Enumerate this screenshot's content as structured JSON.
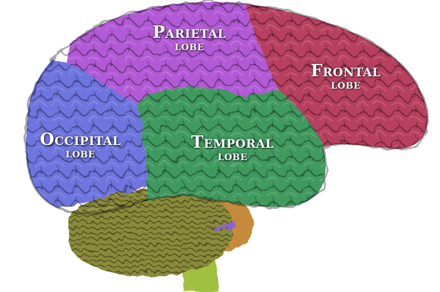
{
  "labels": {
    "parietal": {
      "line1": "Parietal",
      "line2": "lobe"
    },
    "frontal": {
      "line1": "Frontal",
      "line2": "lobe"
    },
    "occipital": {
      "line1": "Occipital",
      "line2": "lobe"
    },
    "temporal": {
      "line1": "Temporal",
      "line2": "lobe"
    }
  },
  "colors": {
    "frontal": "#b8405e",
    "parietal": "#b25ad6",
    "occipital": "#6e74de",
    "temporal": "#3f9a5e",
    "cerebellum": "#8a8a3e",
    "brainstem": "#c68a3a",
    "spinal": "#a0c040"
  }
}
